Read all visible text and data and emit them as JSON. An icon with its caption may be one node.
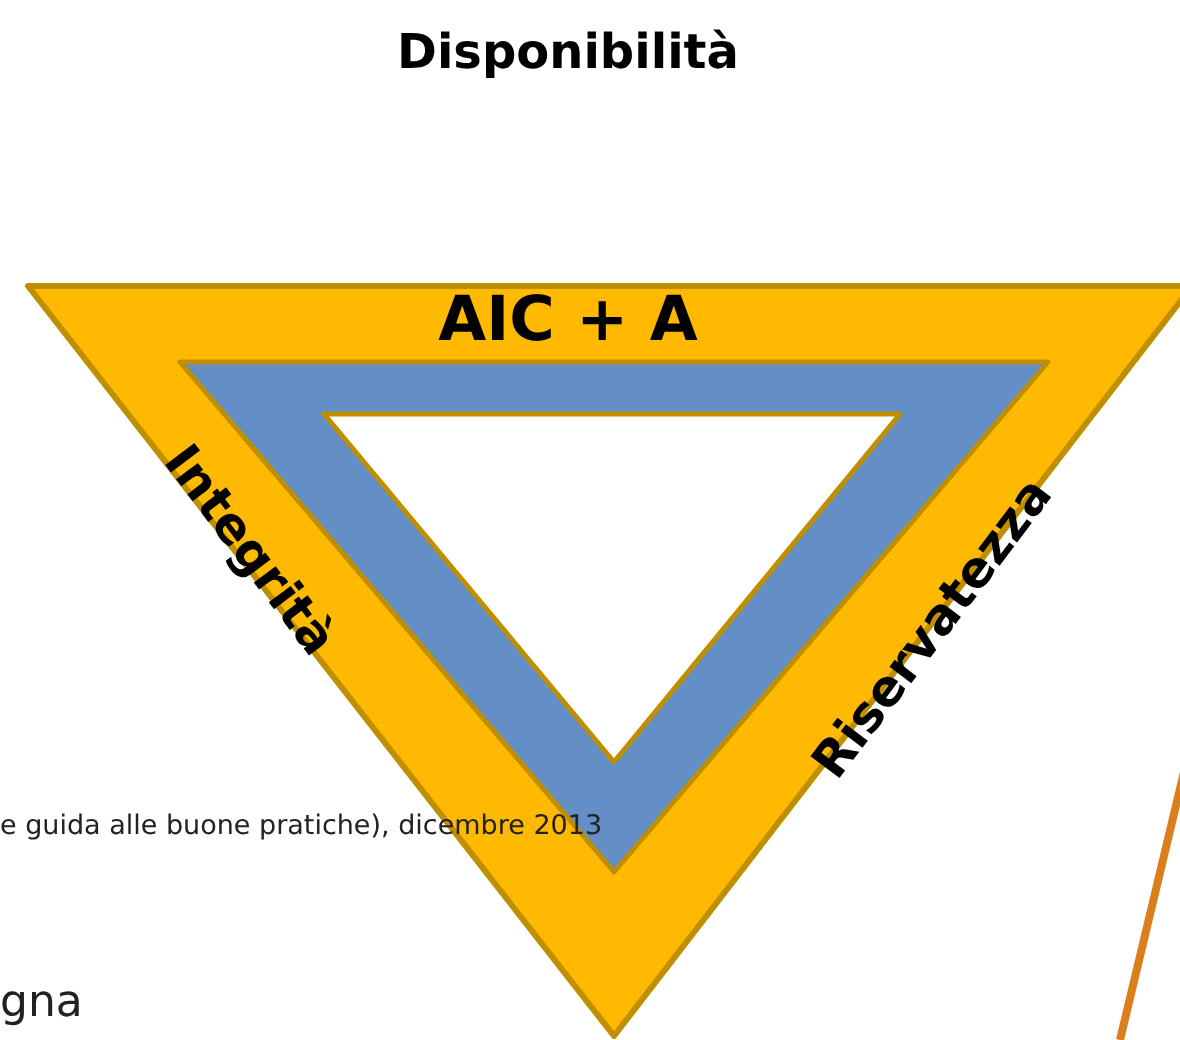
{
  "diagram": {
    "title": "Disponibilità",
    "labels": [
      "AIC + A",
      "Integrità",
      "Riservatezza",
      "e guida alle buone pratiche), dicembre 2013",
      "gna"
    ]
  }
}
